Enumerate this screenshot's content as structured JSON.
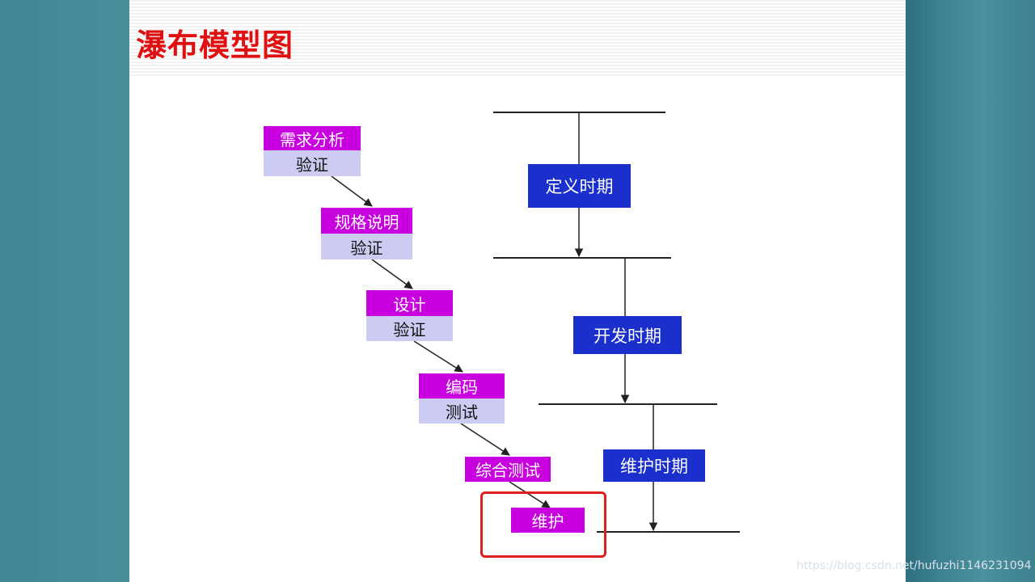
{
  "slide": {
    "title": "瀑布模型图"
  },
  "stages": [
    {
      "name": "需求分析",
      "check": "验证"
    },
    {
      "name": "规格说明",
      "check": "验证"
    },
    {
      "name": "设计",
      "check": "验证"
    },
    {
      "name": "编码",
      "check": "测试"
    },
    {
      "name": "综合测试"
    },
    {
      "name": "维护"
    }
  ],
  "periods": [
    {
      "name": "定义时期"
    },
    {
      "name": "开发时期"
    },
    {
      "name": "维护时期"
    }
  ],
  "watermark": "https://blog.csdn.net/hufuzhi1146231094",
  "colors": {
    "title": "#e01010",
    "stage_fill": "#c800e0",
    "check_fill": "#ccccf2",
    "period_fill": "#1a2fcc",
    "highlight": "#e02020",
    "background": "#4a8e9c"
  }
}
